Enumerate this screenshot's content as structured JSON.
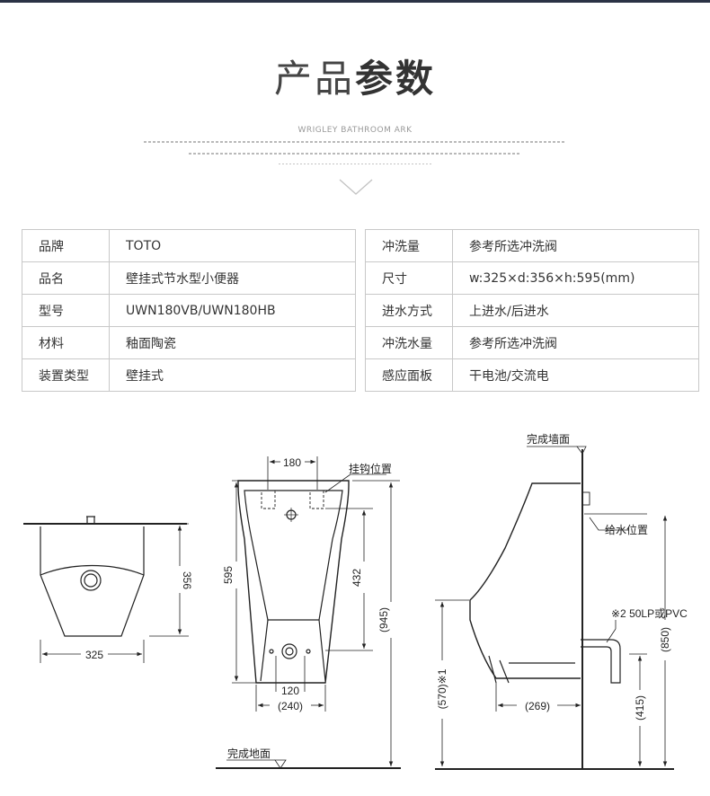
{
  "header": {
    "title_light": "产品",
    "title_bold": "参数",
    "subtitle": "WRIGLEY BATHROOM ARK"
  },
  "spec_left": [
    {
      "key": "品牌",
      "value": "TOTO"
    },
    {
      "key": "品名",
      "value": "壁挂式节水型小便器"
    },
    {
      "key": "型号",
      "value": "UWN180VB/UWN180HB"
    },
    {
      "key": "材料",
      "value": "釉面陶瓷"
    },
    {
      "key": "装置类型",
      "value": "壁挂式"
    }
  ],
  "spec_right": [
    {
      "key": "冲洗量",
      "value": "参考所选冲洗阀"
    },
    {
      "key": "尺寸",
      "value": "w:325×d:356×h:595(mm)"
    },
    {
      "key": "进水方式",
      "value": "上进水/后进水"
    },
    {
      "key": "冲洗水量",
      "value": "参考所选冲洗阀"
    },
    {
      "key": "感应面板",
      "value": "干电池/交流电"
    }
  ],
  "drawing": {
    "top_view": {
      "width_label": "325",
      "depth_label": "356"
    },
    "front_view": {
      "top_span": "180",
      "hook_label": "挂钩位置",
      "height_label": "595",
      "inner_height": "432",
      "bottom_inner": "120",
      "bottom_outer": "(240)",
      "total_height": "(945)",
      "floor_label": "完成地面"
    },
    "side_view": {
      "wall_label": "完成墙面",
      "supply_label": "给水位置",
      "pipe_note": "※2 50LP或PVC",
      "supply_height": "(850)",
      "rim_height": "(570)※1",
      "projection": "(269)",
      "drain_height": "(415)"
    }
  }
}
